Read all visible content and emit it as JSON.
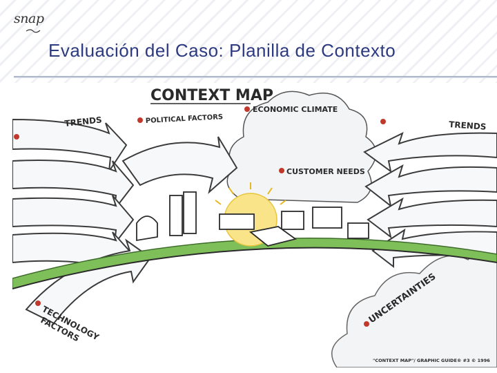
{
  "header": {
    "logo_text": "snap",
    "title": "Evaluación del Caso: Planilla de Contexto"
  },
  "diagram": {
    "heading": "CONTEXT MAP",
    "labels": {
      "trends_left": "TRENDS",
      "political_factors": "POLITICAL FACTORS",
      "economic_climate": "ECONOMIC CLIMATE",
      "trends_right": "TRENDS",
      "customer_needs": "CUSTOMER NEEDS",
      "technology_line1": "TECHNOLOGY",
      "technology_line2": "FACTORS",
      "uncertainties": "UNCERTAINTIES"
    },
    "footer": "\"CONTEXT MAP\"/ GRAPHIC GUIDE® #3  © 1996"
  },
  "colors": {
    "title": "#2e3a80",
    "dot": "#c0392b",
    "ground": "#7fbf5a",
    "sun": "#f4d03f",
    "cloud": "#f3f4f6",
    "arrow_shade": "#b9c4d0"
  }
}
